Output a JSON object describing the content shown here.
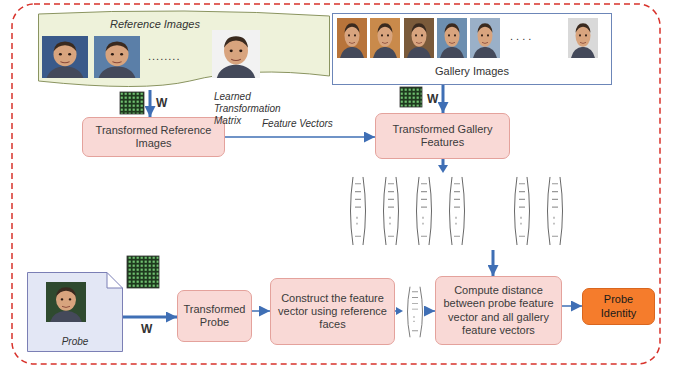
{
  "diagram": {
    "nodes": [
      {
        "text": [
          "Reference Images"
        ]
      },
      {
        "text": [
          "Gallery Images"
        ]
      },
      {
        "text": [
          "Transformed Reference Images"
        ]
      },
      {
        "text": [
          "Transformed Gallery Features"
        ]
      },
      {
        "text": [
          "Probe"
        ]
      },
      {
        "text": [
          "Transformed Probe"
        ]
      },
      {
        "text": [
          "Construct the feature vector using reference faces"
        ]
      },
      {
        "text": [
          "Compute distance between probe feature vector and all gallery feature vectors"
        ]
      },
      {
        "text": [
          "Probe Identity"
        ]
      }
    ],
    "edges": [
      {
        "from": 0,
        "to": 2,
        "arrow": "to",
        "label": "W"
      },
      {
        "from": 1,
        "to": 3,
        "arrow": "to",
        "label": "W"
      },
      {
        "from": 2,
        "to": 3,
        "arrow": "to",
        "label": "Feature Vectors"
      },
      {
        "from": 3,
        "to": 7,
        "arrow": "to"
      },
      {
        "from": 4,
        "to": 5,
        "arrow": "to",
        "label": "W"
      },
      {
        "from": 5,
        "to": 6,
        "arrow": "to"
      },
      {
        "from": 6,
        "to": 7,
        "arrow": "to"
      },
      {
        "from": 7,
        "to": 8,
        "arrow": "to"
      }
    ],
    "labels": [
      "Learned Transformation Matrix",
      "........",
      ". . . ."
    ]
  }
}
